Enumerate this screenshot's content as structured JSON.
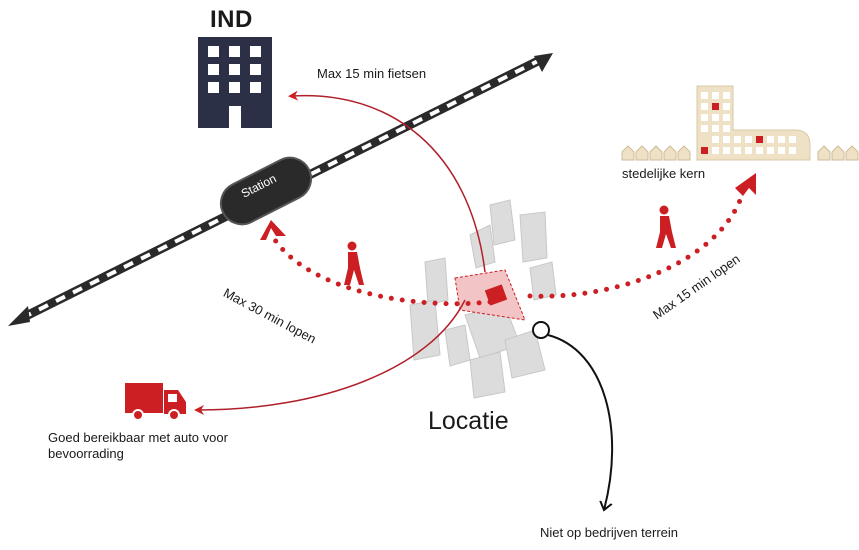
{
  "title": "IND",
  "bike_label": "Max 15 min fietsen",
  "station_label": "Station",
  "walk_left_label": "Max 30 min lopen",
  "walk_right_label": "Max 15 min lopen",
  "core_label": "stedelijke kern",
  "location_label": "Locatie",
  "car_label_line1": "Goed bereikbaar met auto voor",
  "car_label_line2": "bevoorrading",
  "industrial_label": "Niet op bedrijven terrein",
  "colors": {
    "accent_red": "#cc1f24",
    "building_dark": "#2b3047",
    "rail_dark": "#2a2a2a",
    "site_pink": "#f2c4c5",
    "buildings_grey": "#d9d9d9",
    "core_beige": "#efe1c5"
  },
  "icons": [
    "office-building-icon",
    "station-icon",
    "pedestrian-icon",
    "delivery-truck-icon",
    "city-core-icon",
    "houses-icon"
  ]
}
